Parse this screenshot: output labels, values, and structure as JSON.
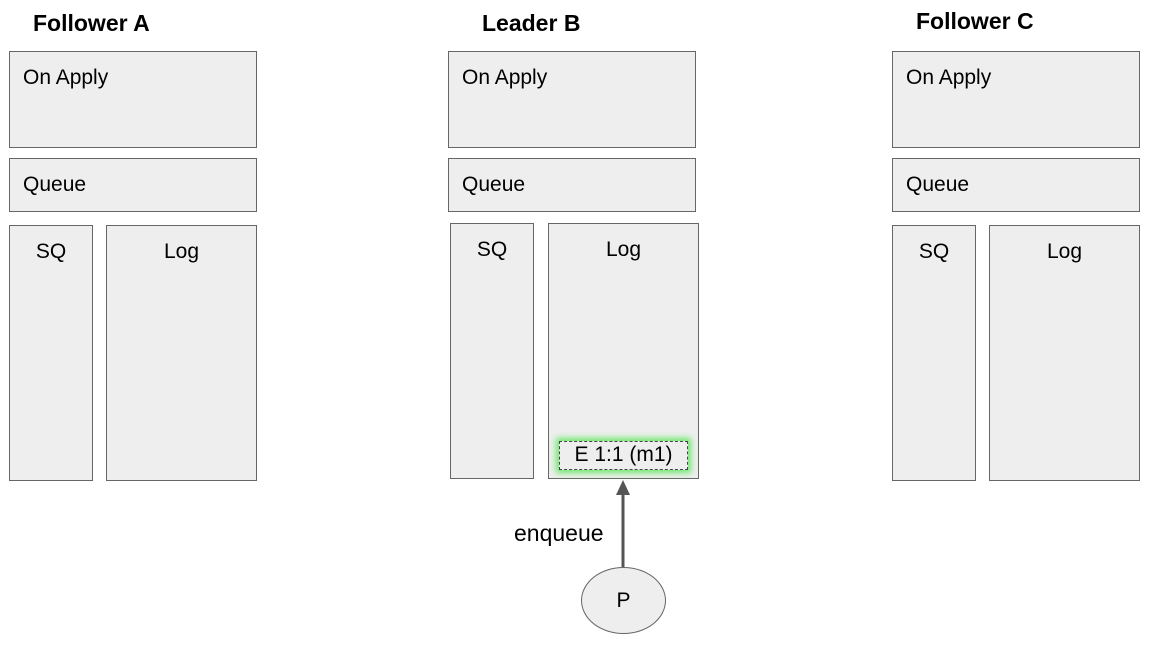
{
  "nodes": [
    {
      "id": "a",
      "title": "Follower A",
      "on_apply": "On Apply",
      "queue": "Queue",
      "sq": "SQ",
      "log": "Log"
    },
    {
      "id": "b",
      "title": "Leader B",
      "on_apply": "On Apply",
      "queue": "Queue",
      "sq": "SQ",
      "log": "Log",
      "log_entries": [
        "E 1:1 (m1)"
      ]
    },
    {
      "id": "c",
      "title": "Follower C",
      "on_apply": "On Apply",
      "queue": "Queue",
      "sq": "SQ",
      "log": "Log"
    }
  ],
  "producer": {
    "label": "P"
  },
  "edge": {
    "label": "enqueue",
    "from": "producer",
    "to": "leader-b-log"
  },
  "colors": {
    "box_fill": "#eeeeee",
    "box_border": "#666666",
    "arrow": "#555555",
    "entry_highlight": "#6ee86e"
  }
}
